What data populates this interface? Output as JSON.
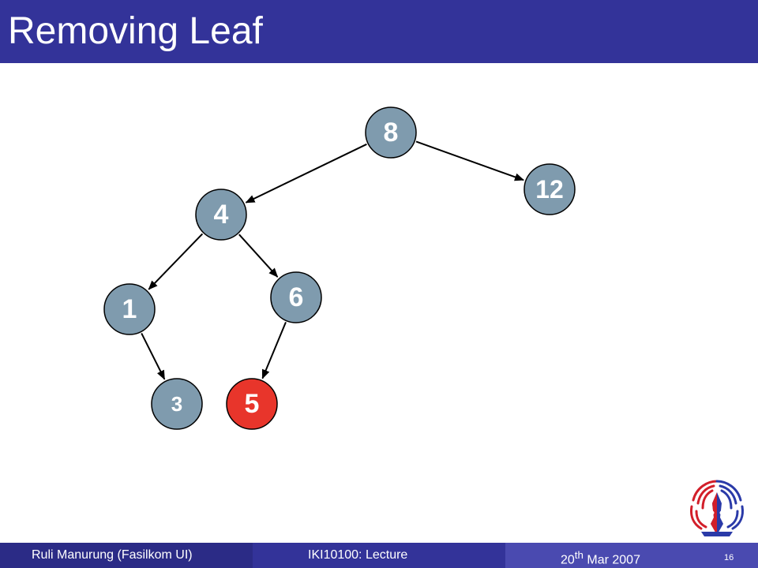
{
  "slide": {
    "title": "Removing Leaf"
  },
  "colors": {
    "title_bar": "#333399",
    "node_fill": "#7f9bae",
    "node_highlight": "#e8352b",
    "edge": "#000000"
  },
  "tree": {
    "nodes": [
      {
        "id": "n8",
        "label": "8",
        "highlight": false
      },
      {
        "id": "n12",
        "label": "12",
        "highlight": false
      },
      {
        "id": "n4",
        "label": "4",
        "highlight": false
      },
      {
        "id": "n1",
        "label": "1",
        "highlight": false
      },
      {
        "id": "n6",
        "label": "6",
        "highlight": false
      },
      {
        "id": "n3",
        "label": "3",
        "highlight": false
      },
      {
        "id": "n5",
        "label": "5",
        "highlight": true
      }
    ],
    "edges": [
      {
        "from": "n8",
        "to": "n4"
      },
      {
        "from": "n8",
        "to": "n12"
      },
      {
        "from": "n4",
        "to": "n1"
      },
      {
        "from": "n4",
        "to": "n6"
      },
      {
        "from": "n1",
        "to": "n3"
      },
      {
        "from": "n6",
        "to": "n5"
      }
    ]
  },
  "footer": {
    "author": "Ruli Manurung (Fasilkom UI)",
    "course": "IKI10100: Lecture",
    "date_day": "20",
    "date_suffix": "th",
    "date_rest": " Mar 2007",
    "page_number": "16"
  },
  "logo": {
    "icon": "university-emblem-icon"
  }
}
